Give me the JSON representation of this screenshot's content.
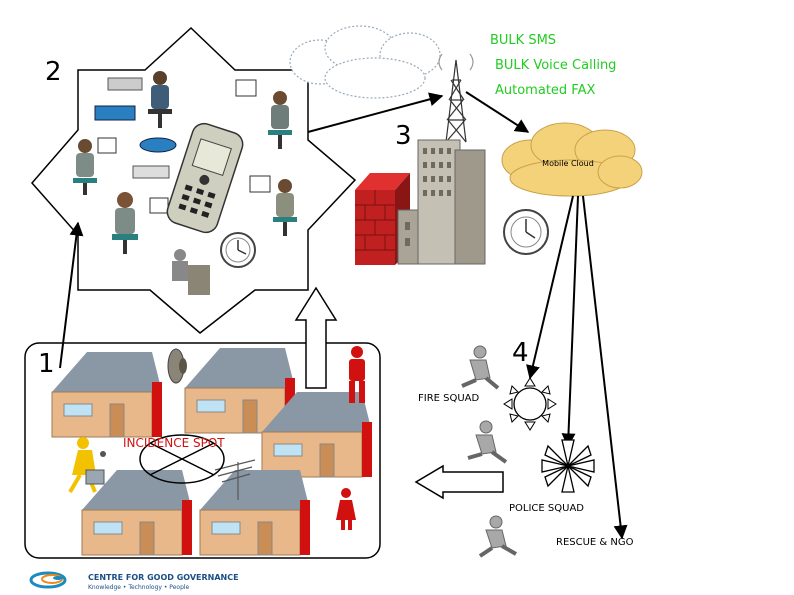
{
  "steps": {
    "one": "1",
    "two": "2",
    "three": "3",
    "four": "4"
  },
  "messaging": {
    "bulk_sms": "BULK SMS",
    "bulk_voice": "BULK Voice Calling",
    "auto_fax": "Automated FAX",
    "color": "#22cc22"
  },
  "mobile_cloud": "Mobile Cloud",
  "incidence_spot": "INCIDENCE SPOT",
  "squads": {
    "fire": "FIRE SQUAD",
    "police": "POLICE SQUAD",
    "rescue": "RESCUE & NGO"
  },
  "logo": {
    "name": "CENTRE FOR GOOD GOVERNANCE",
    "tagline": "Knowledge • Technology • People"
  },
  "colors": {
    "house_wall": "#e8b88a",
    "house_roof": "#8a98a6",
    "alert_red": "#d11010",
    "cloud_fill": "#f4d27a",
    "building_gray": "#b8b4a8",
    "brick": "#c0201f"
  }
}
